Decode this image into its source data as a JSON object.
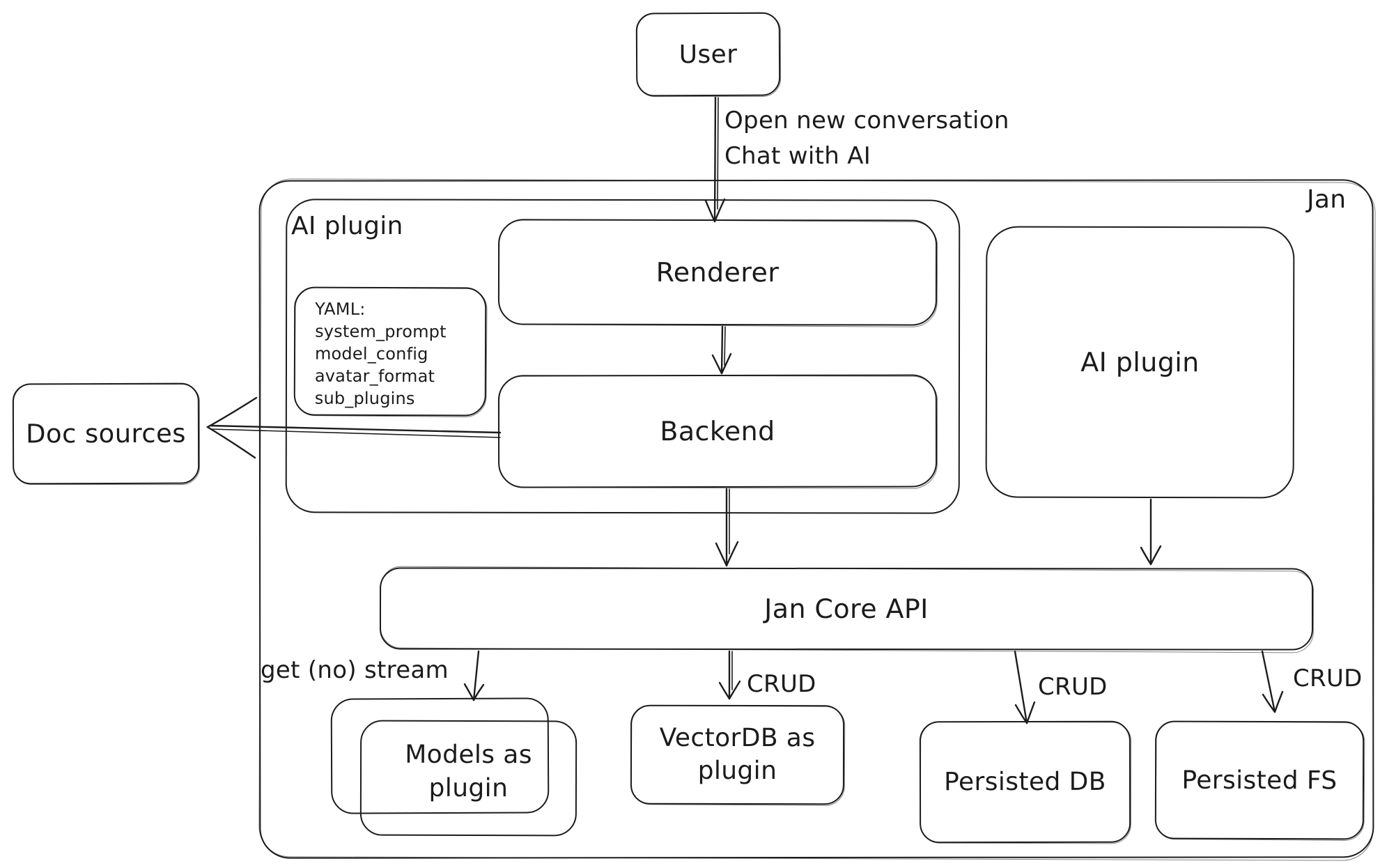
{
  "canvas": {
    "background": "#ffffff",
    "stroke_color": "#1c1c1c"
  },
  "nodes": {
    "user": {
      "label": "User"
    },
    "jan_container": {
      "label": "Jan"
    },
    "ai_plugin_group": {
      "label": "AI plugin"
    },
    "yaml_note": {
      "lines": [
        "YAML:",
        "system_prompt",
        "model_config",
        "avatar_format",
        "sub_plugins"
      ]
    },
    "renderer": {
      "label": "Renderer"
    },
    "backend": {
      "label": "Backend"
    },
    "ai_plugin": {
      "label": "AI plugin"
    },
    "doc_sources": {
      "label": "Doc sources"
    },
    "jan_core_api": {
      "label": "Jan Core API"
    },
    "models_as_plugin": {
      "label": "Models as plugin"
    },
    "vectordb_as_plugin": {
      "label": "VectorDB as plugin"
    },
    "persisted_db": {
      "label": "Persisted DB"
    },
    "persisted_fs": {
      "label": "Persisted FS"
    }
  },
  "edges": {
    "user_to_renderer": {
      "label_line1": "Open new conversation",
      "label_line2": "Chat with AI"
    },
    "api_to_models": {
      "label": "get (no) stream"
    },
    "api_to_vectordb": {
      "label": "CRUD"
    },
    "api_to_persisted_db": {
      "label": "CRUD"
    },
    "api_to_persisted_fs": {
      "label": "CRUD"
    }
  }
}
